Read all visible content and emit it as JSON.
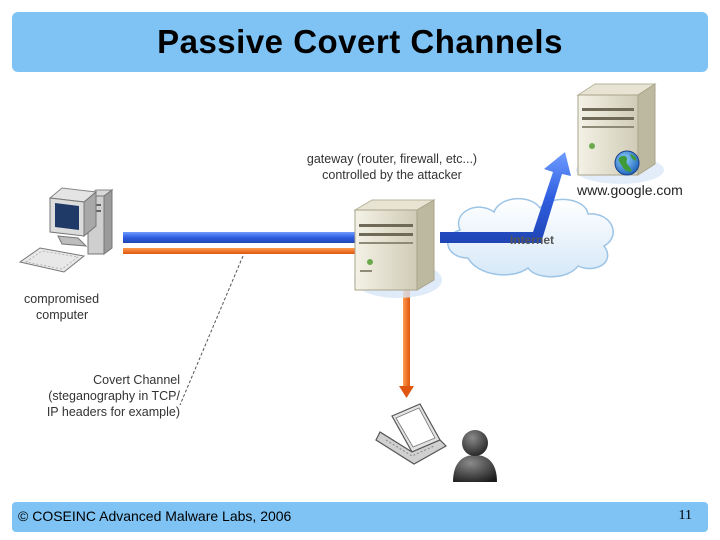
{
  "title": "Passive Covert Channels",
  "labels": {
    "gateway_line1": "gateway (router, firewall, etc...)",
    "gateway_line2": "controlled by the attacker",
    "website": "www.google.com",
    "internet": "Internet",
    "compromised_line1": "compromised",
    "compromised_line2": "computer",
    "covert_line1": "Covert Channel",
    "covert_line2": "(steganography in TCP/",
    "covert_line3": "IP headers for example)"
  },
  "footer": {
    "copyright": "© COSEINC Advanced Malware Labs, 2006",
    "page_number": "11"
  },
  "colors": {
    "title_bar": "#7ec3f3",
    "blue_channel": "#3b6fe0",
    "orange_channel": "#f26a1b"
  }
}
